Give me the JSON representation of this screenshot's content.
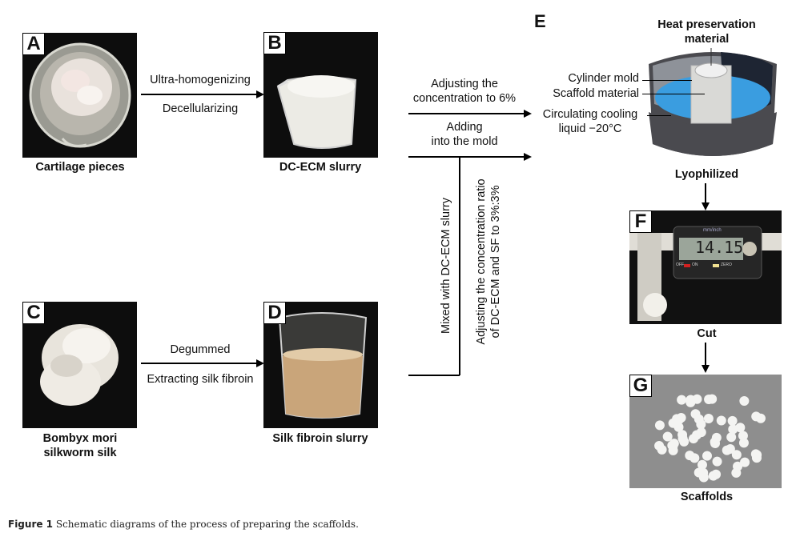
{
  "panels": {
    "A": {
      "letter": "A",
      "caption": "Cartilage pieces"
    },
    "B": {
      "letter": "B",
      "caption": "DC-ECM slurry"
    },
    "C": {
      "letter": "C",
      "caption_line1": "Bombyx mori",
      "caption_line2": "silkworm silk"
    },
    "D": {
      "letter": "D",
      "caption": "Silk fibroin slurry"
    },
    "E": {
      "letter": "E",
      "title_line1": "Heat preservation",
      "title_line2": "material",
      "label_mold": "Cylinder mold",
      "label_scaffold": "Scaffold material",
      "label_cooling_line1": "Circulating cooling",
      "label_cooling_line2": "liquid −20°C",
      "caption": "Lyophilized"
    },
    "F": {
      "letter": "F",
      "caption": "Cut",
      "caliper_brand": "mm/inch",
      "caliper_reading": "14.15",
      "caliper_off": "OFF",
      "caliper_on": "ON",
      "caliper_zero": "ZERO"
    },
    "G": {
      "letter": "G",
      "caption": "Scaffolds"
    }
  },
  "steps": {
    "a_to_b_top": "Ultra-homogenizing",
    "a_to_b_bottom": "Decellularizing",
    "c_to_d_top": "Degummed",
    "c_to_d_bottom": "Extracting silk fibroin",
    "b_to_e_top_line1": "Adjusting the",
    "b_to_e_top_line2": "concentration to 6%",
    "b_to_e_bottom_line1": "Adding",
    "b_to_e_bottom_line2": "into the mold",
    "d_mix": "Mixed with DC-ECM slurry",
    "ratio_line1": "Adjusting the concentration ratio",
    "ratio_line2": "of DC-ECM and SF to 3%:3%"
  },
  "figure_caption": {
    "label": "Figure 1",
    "text": "Schematic diagrams of the process of preparing the scaffolds."
  },
  "colors": {
    "photo_bg": "#0d0d0d",
    "cooling_liquid": "#3a9de0",
    "tank": "#4a4a4f",
    "scaffold_bg": "#8e8e8e",
    "silk_slurry": "#c9a57a"
  }
}
